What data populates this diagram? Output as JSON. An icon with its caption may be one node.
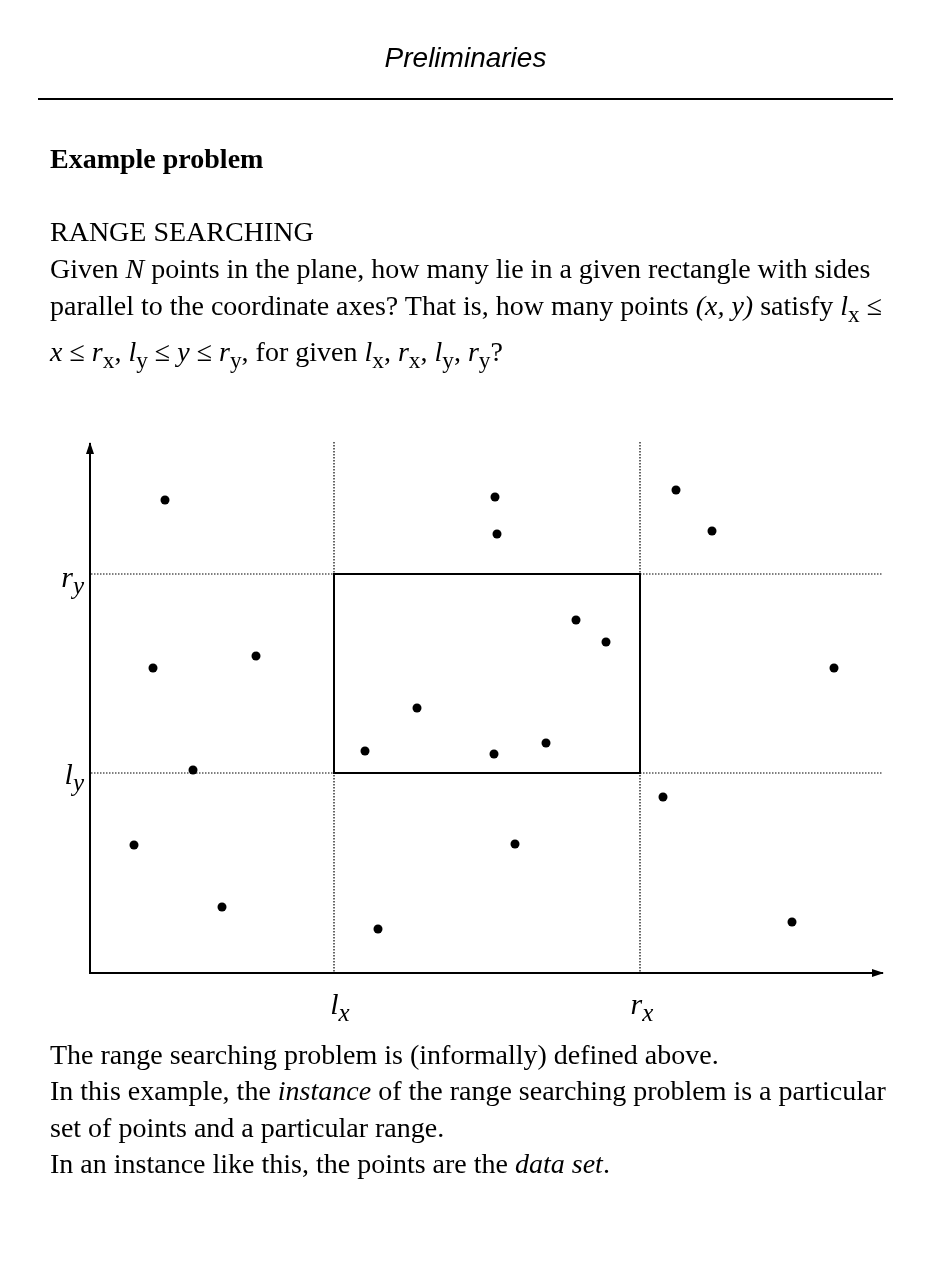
{
  "diagram": {
    "title": "Preliminaries",
    "labels": [
      "Example problem",
      "RANGE SEARCHING",
      "Given *N* points in the plane, how many lie in a given rectangle with sides parallel to the coordinate axes?  That is, how many points *(x, y)* satisfy *l*$_{x}$ ≤ *x* ≤ *r*$_{x}$, *l*$_{y}$ ≤ *y* ≤ *r*$_{y}$, for given *l*$_{x}$, *r*$_{x}$, *l*$_{y}$, *r*$_{y}$?",
      "r$_{y}$",
      "l$_{y}$",
      "l$_{x}$",
      "r$_{x}$",
      "The range searching problem is (informally) defined above.",
      "In this example, the *instance* of the range searching problem is a particular set of points and a particular range.",
      "In an instance like this, the points are the *data set*."
    ]
  }
}
